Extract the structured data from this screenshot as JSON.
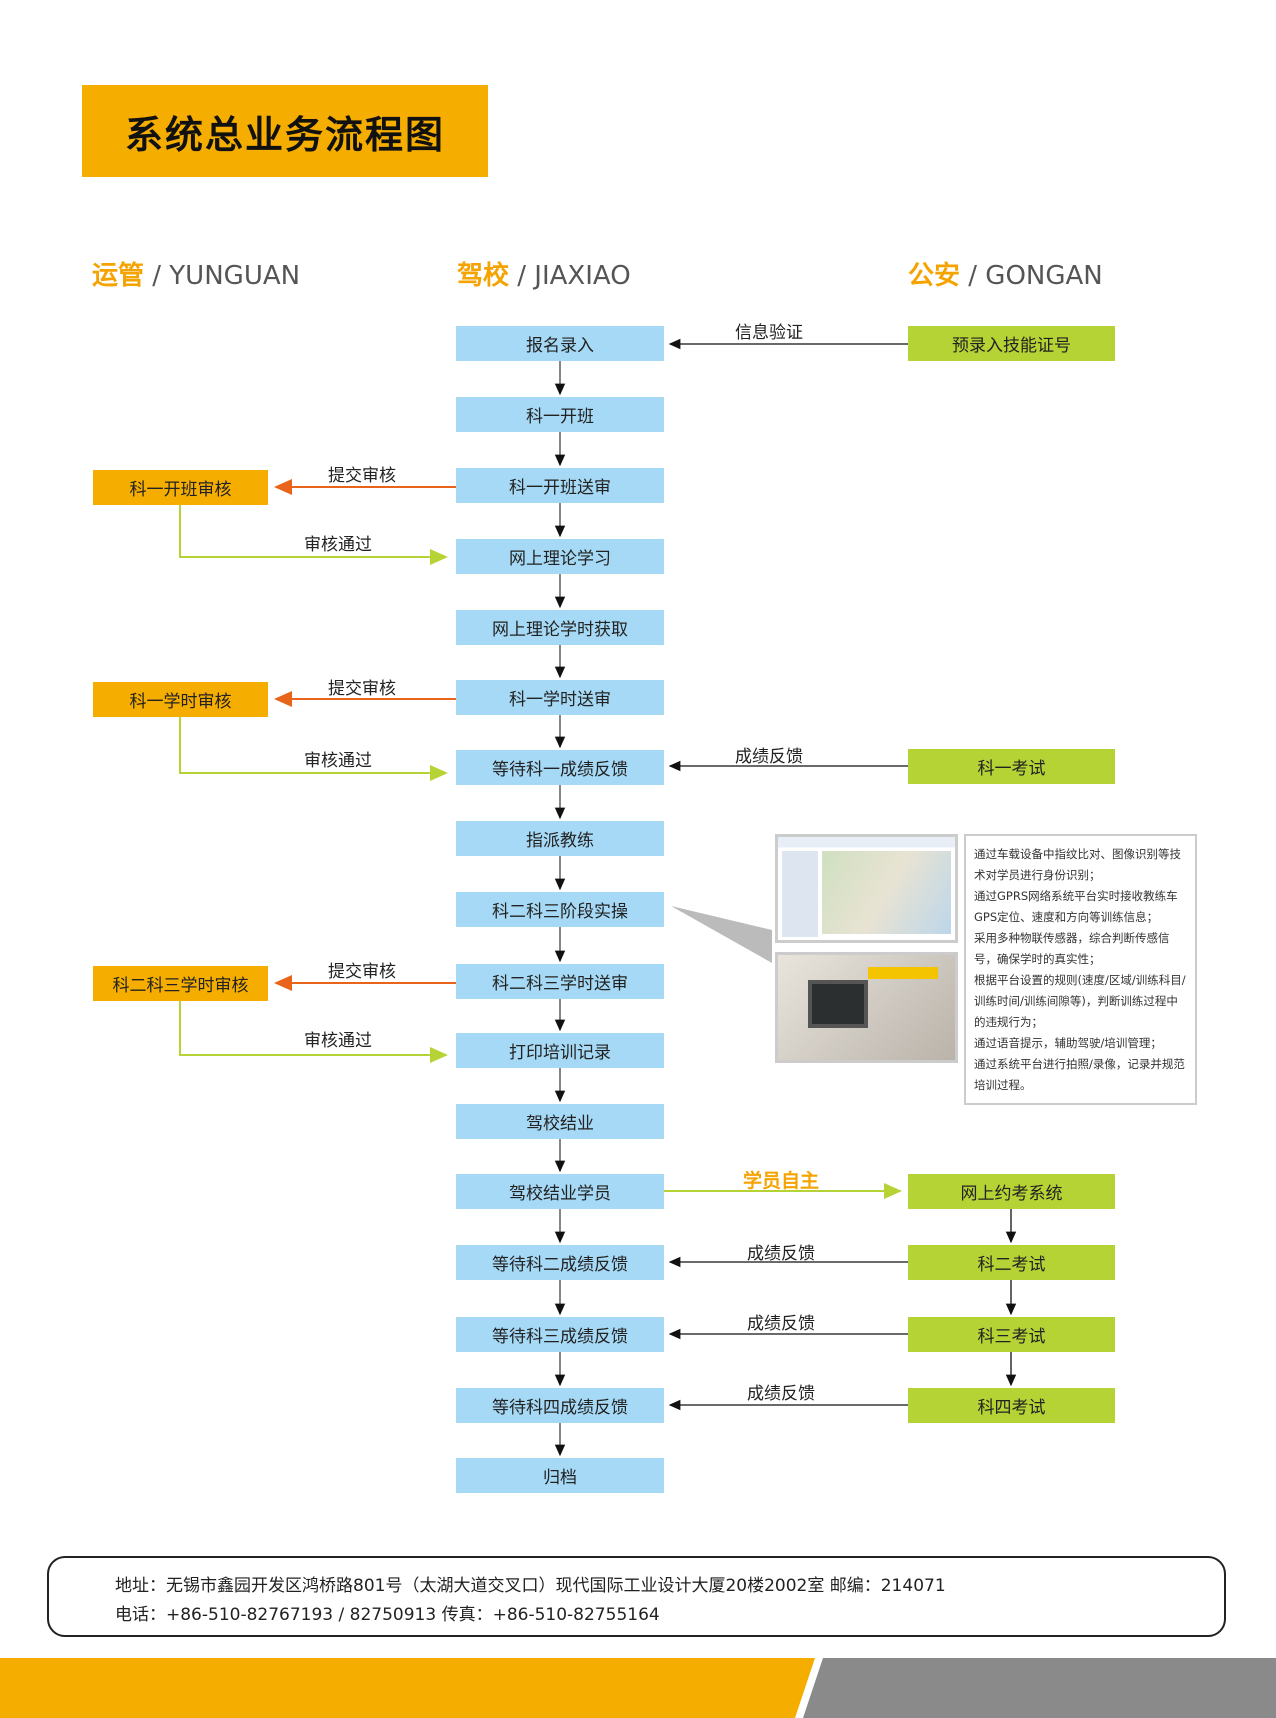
{
  "title": "系统总业务流程图",
  "columns": [
    {
      "cn": "运管",
      "en": " / YUNGUAN"
    },
    {
      "cn": "驾校",
      "en": " / JIAXIAO"
    },
    {
      "cn": "公安",
      "en": " / GONGAN"
    }
  ],
  "center_steps": [
    "报名录入",
    "科一开班",
    "科一开班送审",
    "网上理论学习",
    "网上理论学时获取",
    "科一学时送审",
    "等待科一成绩反馈",
    "指派教练",
    "科二科三阶段实操",
    "科二科三学时送审",
    "打印培训记录",
    "驾校结业",
    "驾校结业学员",
    "等待科二成绩反馈",
    "等待科三成绩反馈",
    "等待科四成绩反馈",
    "归档"
  ],
  "left_steps": [
    "科一开班审核",
    "科一学时审核",
    "科二科三学时审核"
  ],
  "right_steps": [
    "预录入技能证号",
    "科一考试",
    "网上约考系统",
    "科二考试",
    "科三考试",
    "科四考试"
  ],
  "labels": {
    "verify": "信息验证",
    "submit": "提交审核",
    "approved": "审核通过",
    "feedback": "成绩反馈",
    "self": "学员自主"
  },
  "description": [
    "通过车载设备中指纹比对、图像识别等技术对学员进行身份识别；",
    "通过GPRS网络系统平台实时接收教练车GPS定位、速度和方向等训练信息；",
    "采用多种物联传感器，综合判断传感信号，确保学时的真实性；",
    "根据平台设置的规则(速度/区域/训练科目/训练时间/训练间隙等)，判断训练过程中的违规行为；",
    "通过语音提示，辅助驾驶/培训管理；",
    "通过系统平台进行拍照/录像，记录并规范培训过程。"
  ],
  "footer": {
    "address": "地址：无锡市鑫园开发区鸿桥路801号（太湖大道交叉口）现代国际工业设计大厦20楼2002室  邮编：214071",
    "phone": "电话：+86-510-82767193 / 82750913    传真：+86-510-82755164"
  },
  "colors": {
    "orange": "#F5AD00",
    "blue": "#A6D9F5",
    "green": "#B5D334",
    "arrow_orange": "#E8641A",
    "gray": "#8A8A8A"
  }
}
